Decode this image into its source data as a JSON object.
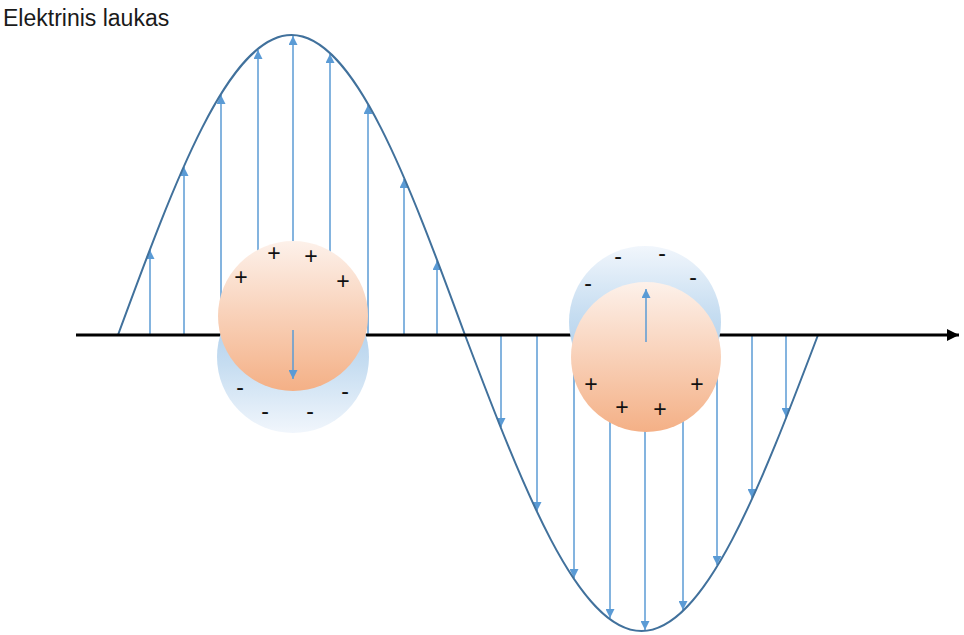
{
  "diagram": {
    "title": "Elektrinis laukas",
    "nodes": [
      {
        "text": [
          "-",
          "-",
          "-",
          "-"
        ]
      },
      {
        "text": [
          "+",
          "+",
          "+",
          "+"
        ]
      },
      {
        "text": [
          "-",
          "-",
          "-",
          "-"
        ]
      },
      {
        "text": [
          "+",
          "+",
          "+",
          "+"
        ]
      }
    ]
  }
}
